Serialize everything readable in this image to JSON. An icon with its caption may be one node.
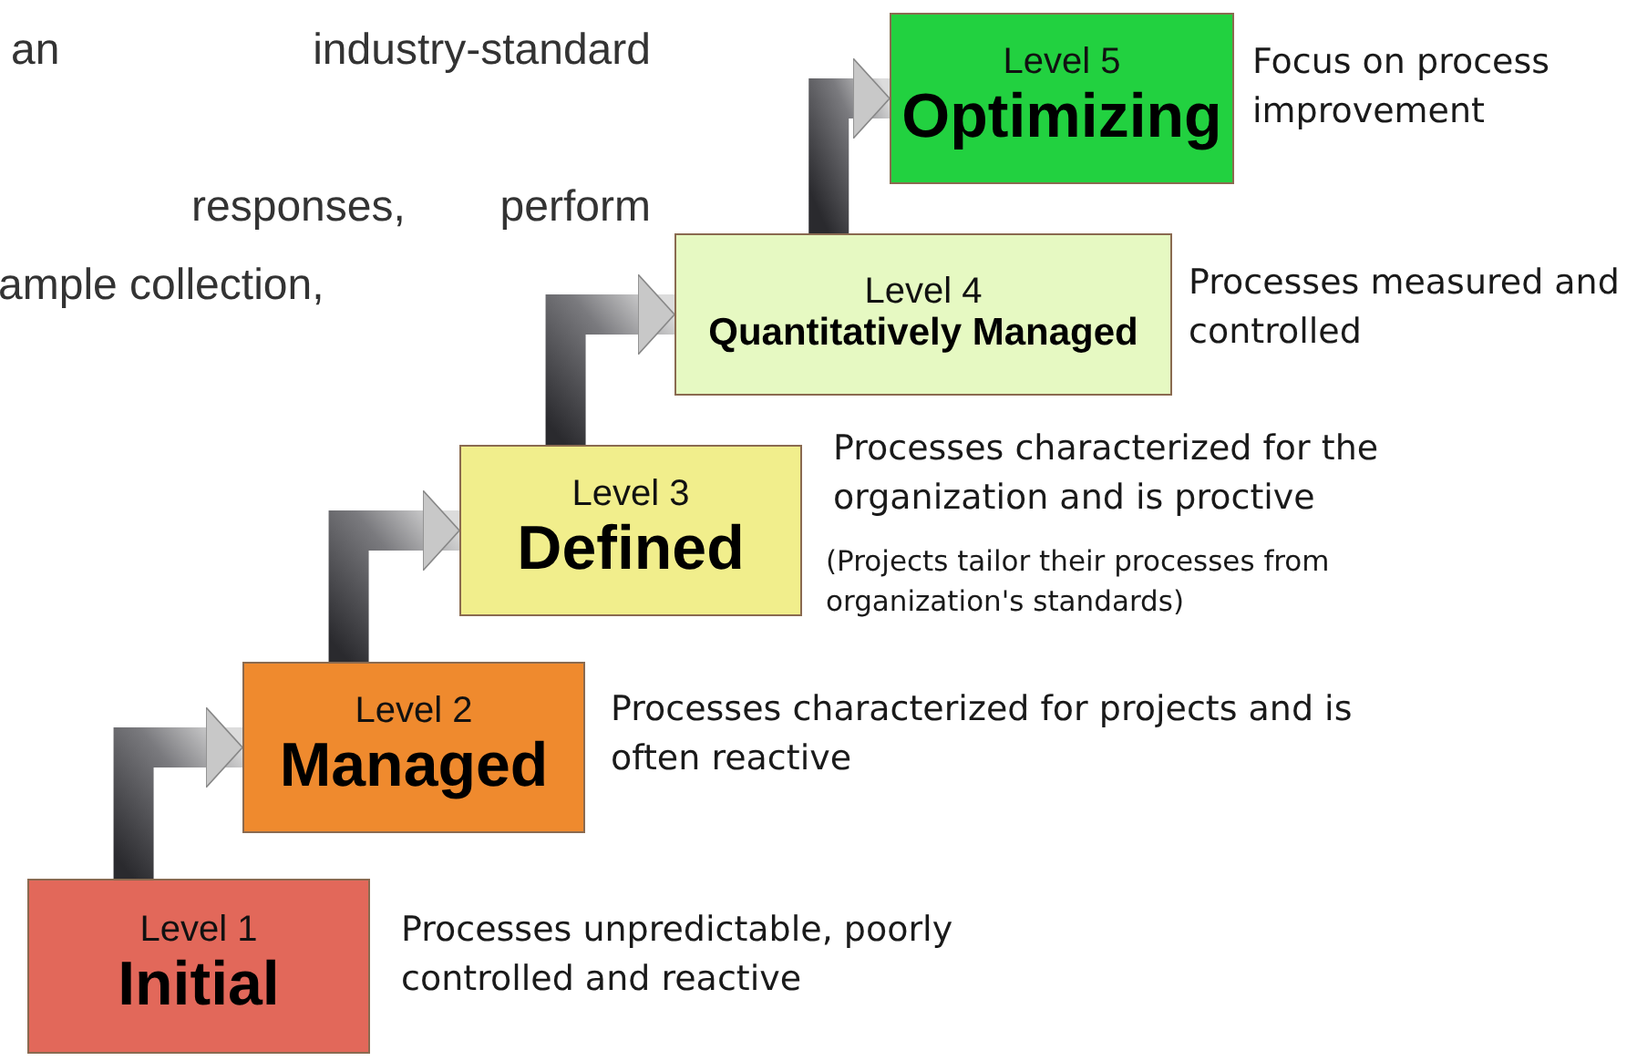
{
  "diagram": {
    "nodes": [
      {
        "text": [
          "Level 1",
          "Initial"
        ],
        "beside": [
          "Processes unpredictable, poorly controlled and reactive"
        ]
      },
      {
        "text": [
          "Level 2",
          "Managed"
        ],
        "beside": [
          "Processes characterized for projects and is often reactive"
        ]
      },
      {
        "text": [
          "Level 3",
          "Defined"
        ],
        "beside": [
          "Processes characterized for the organization and is proctive",
          "(Projects tailor their processes from organization's standards)"
        ]
      },
      {
        "text": [
          "Level 4",
          "Quantitatively Managed"
        ],
        "beside": [
          "Processes measured and controlled"
        ]
      },
      {
        "text": [
          "Level 5",
          "Optimizing"
        ],
        "beside": [
          "Focus on process improvement"
        ]
      }
    ],
    "edges": [
      {
        "from": 0,
        "to": 1,
        "arrow": "to",
        "style": "thick"
      },
      {
        "from": 1,
        "to": 2,
        "arrow": "to",
        "style": "thick"
      },
      {
        "from": 2,
        "to": 3,
        "arrow": "to",
        "style": "thick"
      },
      {
        "from": 3,
        "to": 4,
        "arrow": "to",
        "style": "thick"
      }
    ],
    "labels": [
      "an industry-standard",
      "responses, perform",
      "ample collection,"
    ]
  }
}
